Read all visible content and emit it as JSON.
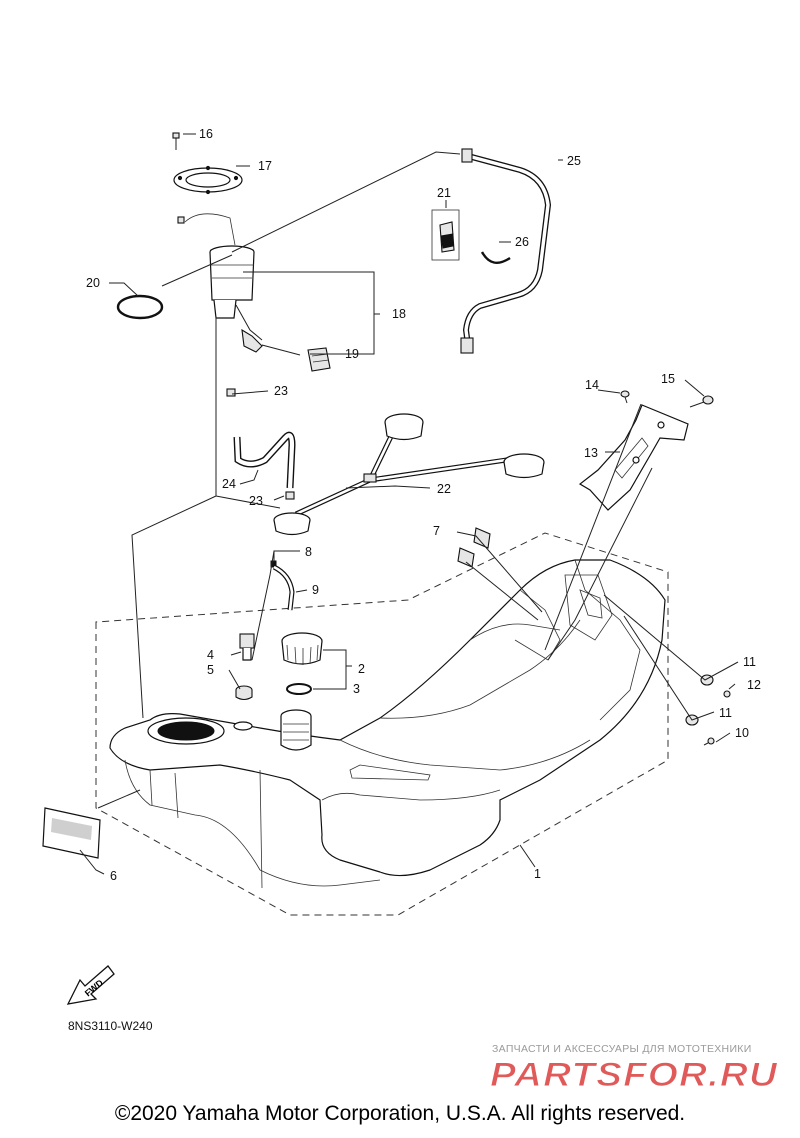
{
  "diagram": {
    "code": "8NS3110-W240",
    "fwd_arrow_label": "FWD",
    "callouts": [
      {
        "id": "c1",
        "label": "1"
      },
      {
        "id": "c2",
        "label": "2"
      },
      {
        "id": "c3",
        "label": "3"
      },
      {
        "id": "c4",
        "label": "4"
      },
      {
        "id": "c5",
        "label": "5"
      },
      {
        "id": "c6",
        "label": "6"
      },
      {
        "id": "c7",
        "label": "7"
      },
      {
        "id": "c8",
        "label": "8"
      },
      {
        "id": "c9",
        "label": "9"
      },
      {
        "id": "c10",
        "label": "10"
      },
      {
        "id": "c11a",
        "label": "11"
      },
      {
        "id": "c11b",
        "label": "11"
      },
      {
        "id": "c12",
        "label": "12"
      },
      {
        "id": "c13",
        "label": "13"
      },
      {
        "id": "c14",
        "label": "14"
      },
      {
        "id": "c15",
        "label": "15"
      },
      {
        "id": "c16",
        "label": "16"
      },
      {
        "id": "c17",
        "label": "17"
      },
      {
        "id": "c18",
        "label": "18"
      },
      {
        "id": "c19",
        "label": "19"
      },
      {
        "id": "c20",
        "label": "20"
      },
      {
        "id": "c21",
        "label": "21"
      },
      {
        "id": "c22",
        "label": "22"
      },
      {
        "id": "c23a",
        "label": "23"
      },
      {
        "id": "c23b",
        "label": "23"
      },
      {
        "id": "c24",
        "label": "24"
      },
      {
        "id": "c25",
        "label": "25"
      },
      {
        "id": "c26",
        "label": "26"
      }
    ]
  },
  "watermark": {
    "caption": "ЗАПЧАСТИ И АКСЕССУАРЫ ДЛЯ МОТОТЕХНИКИ",
    "logo_text": "PARTSFOR.RU",
    "color": "#e05a5a"
  },
  "copyright": "©2020 Yamaha Motor Corporation, U.S.A. All rights reserved."
}
